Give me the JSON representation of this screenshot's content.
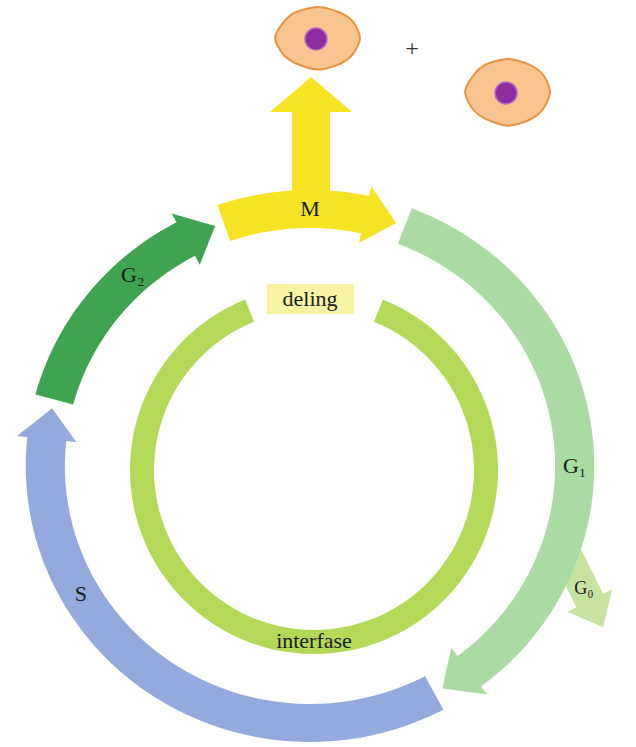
{
  "diagram": {
    "nodes": [
      {
        "text": [
          "M"
        ]
      },
      {
        "text": [
          "G₂"
        ]
      },
      {
        "text": [
          "deling"
        ]
      },
      {
        "text": [
          "G₁"
        ]
      },
      {
        "text": [
          "G₀"
        ]
      },
      {
        "text": [
          "S"
        ]
      },
      {
        "text": [
          "interfase"
        ]
      }
    ],
    "labels": [
      "+"
    ]
  }
}
